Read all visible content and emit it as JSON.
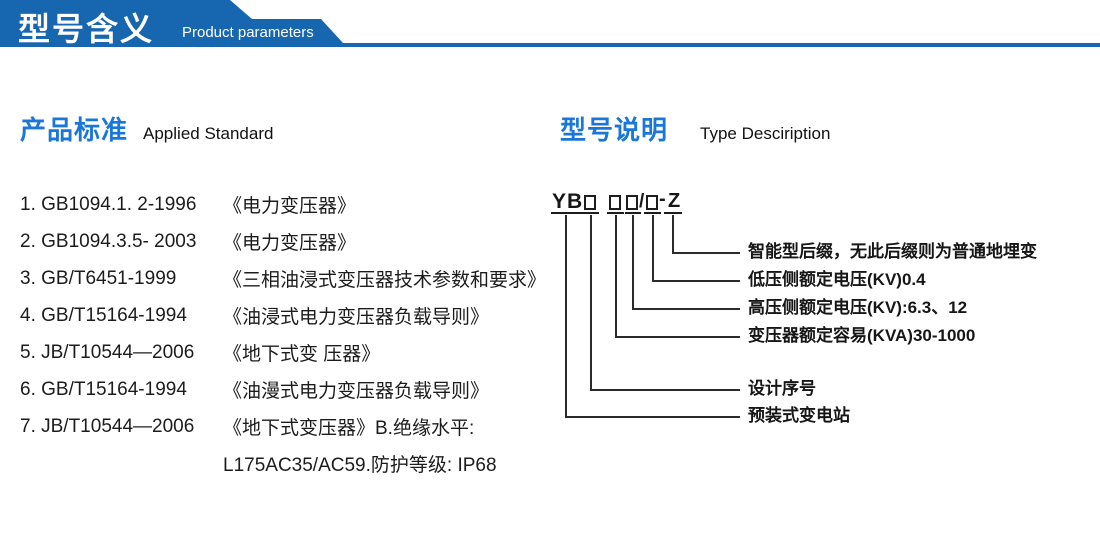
{
  "colors": {
    "banner_blue": "#1666b0",
    "heading_blue": "#1a77d8",
    "text_dark": "#1c1c1c",
    "line_dark": "#2b2b2b",
    "banner_text": "#ffffff"
  },
  "header": {
    "title_cn": "型号含义",
    "title_en": "Product parameters"
  },
  "standards": {
    "heading_cn": "产品标准",
    "heading_en": "Applied Standard",
    "items": [
      {
        "code": "1. GB1094.1. 2-1996",
        "title": "《电力变压器》"
      },
      {
        "code": "2. GB1094.3.5- 2003",
        "title": "《电力变压器》"
      },
      {
        "code": "3. GB/T6451-1999",
        "title": "《三相油浸式变压器技术参数和要求》"
      },
      {
        "code": "4. GB/T15164-1994",
        "title": "《油浸式电力变压器负载导则》"
      },
      {
        "code": "5. JB/T10544—2006",
        "title": "《地下式变 压器》"
      },
      {
        "code": "6. GB/T15164-1994",
        "title": "《油漫式电力变压器负载导则》"
      },
      {
        "code": "7. JB/T10544—2006",
        "title": "《地下式变压器》B.绝缘水平:"
      },
      {
        "code": "",
        "title": "L175AC35/AC59.防护等级: IP68"
      }
    ]
  },
  "type_description": {
    "heading_cn": "型号说明",
    "heading_en": "Type Desciription",
    "model_text": "YB□ □□/□-Z",
    "model": {
      "prefix": "YB",
      "slash": "/",
      "dash": "-",
      "suffix": "Z"
    },
    "annotations": [
      {
        "label": "智能型后缀，无此后缀则为普通地埋变"
      },
      {
        "label": "低压侧额定电压(KV)0.4"
      },
      {
        "label": "高压侧额定电压(KV):6.3、12"
      },
      {
        "label": "变压器额定容易(KVA)30-1000"
      },
      {
        "label": "设计序号"
      },
      {
        "label": "预装式变电站"
      }
    ]
  }
}
